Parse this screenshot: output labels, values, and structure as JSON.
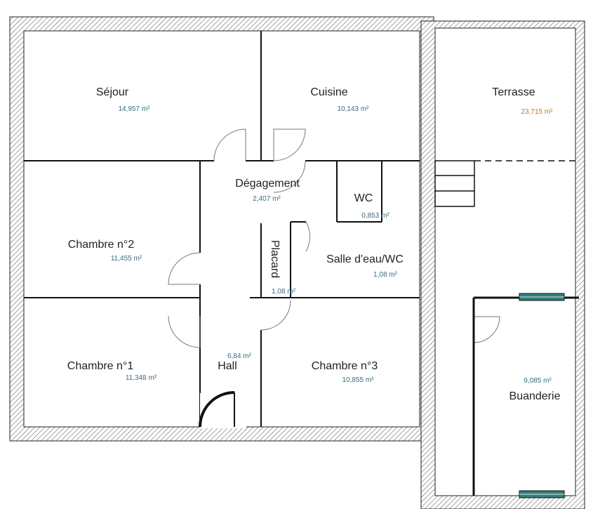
{
  "plan": {
    "colors": {
      "wall_hatch": "#8a8a8a",
      "wall_line": "#222222",
      "area_indoor": "#3b6b82",
      "area_outdoor": "#c07a1c",
      "window": "#2f7f7a"
    },
    "rooms": [
      {
        "name": "Séjour",
        "area": "14,957  m²",
        "kind": "indoor"
      },
      {
        "name": "Cuisine",
        "area": "10,143  m²",
        "kind": "indoor"
      },
      {
        "name": "Terrasse",
        "area": "23,715  m²",
        "kind": "outdoor"
      },
      {
        "name": "Dégagement",
        "area": "2,407  m²",
        "kind": "indoor"
      },
      {
        "name": "WC",
        "area": "0,853  m²",
        "kind": "indoor"
      },
      {
        "name": "Chambre n°2",
        "area": "11,455  m²",
        "kind": "indoor"
      },
      {
        "name": "Placard",
        "area": "1,08  m²",
        "kind": "indoor"
      },
      {
        "name": "Salle d'eau/WC",
        "area": "1,08  m²",
        "kind": "indoor"
      },
      {
        "name": "Chambre n°1",
        "area": "11,348  m²",
        "kind": "indoor"
      },
      {
        "name": "Hall",
        "area": "6,84  m²",
        "kind": "indoor"
      },
      {
        "name": "Chambre n°3",
        "area": "10,855  m²",
        "kind": "indoor"
      },
      {
        "name": "Buanderie",
        "area": "9,085  m²",
        "kind": "indoor"
      }
    ]
  }
}
